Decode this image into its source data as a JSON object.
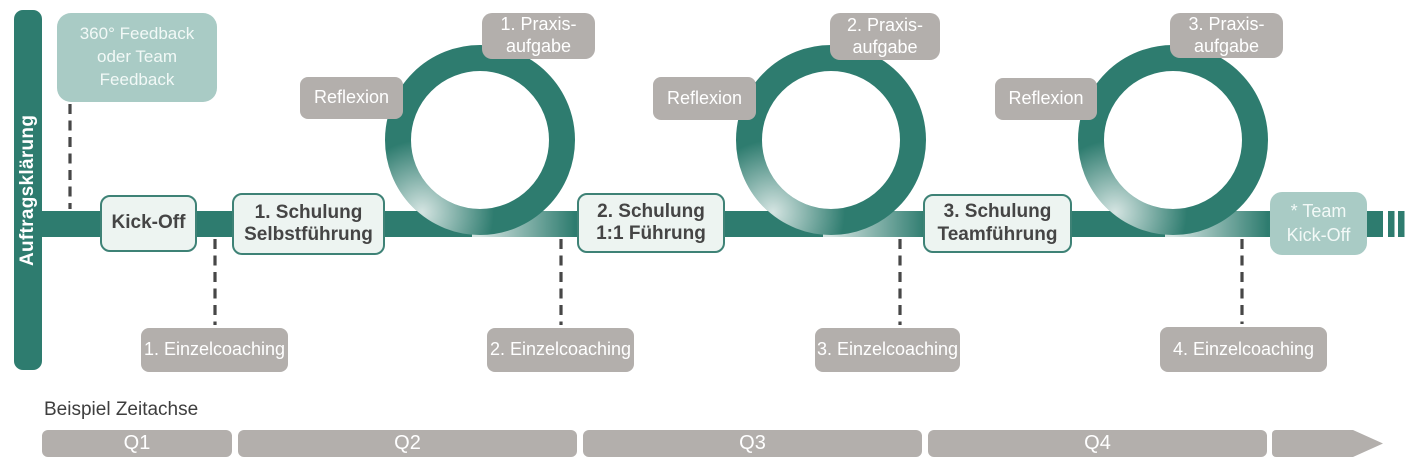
{
  "colors": {
    "teal": "#2E7C6F",
    "teal_light": "#A9CBC5",
    "gray": "#B3AFAC",
    "training_box_bg": "#EDF4F1",
    "training_box_border": "#3E8276",
    "text_dark": "#454545",
    "text_white": "#FFFFFF"
  },
  "rail": {
    "label": "Auftragsklärung"
  },
  "feedback_box": {
    "label": "360° Feedback\noder Team\nFeedback"
  },
  "milestones": {
    "kickoff": "Kick-Off",
    "schulung1": "1. Schulung\nSelbstführung",
    "schulung2": "2. Schulung\n1:1 Führung",
    "schulung3": "3. Schulung\nTeamführung",
    "team_kickoff": "* Team\nKick-Off"
  },
  "loops": [
    {
      "reflexion": "Reflexion",
      "praxisaufgabe": "1. Praxis-\naufgabe"
    },
    {
      "reflexion": "Reflexion",
      "praxisaufgabe": "2. Praxis-\naufgabe"
    },
    {
      "reflexion": "Reflexion",
      "praxisaufgabe": "3. Praxis-\naufgabe"
    }
  ],
  "coaching": [
    "1. Einzelcoaching",
    "2. Einzelcoaching",
    "3. Einzelcoaching",
    "4. Einzelcoaching"
  ],
  "axis": {
    "title": "Beispiel Zeitachse",
    "quarters": [
      "Q1",
      "Q2",
      "Q3",
      "Q4"
    ]
  }
}
